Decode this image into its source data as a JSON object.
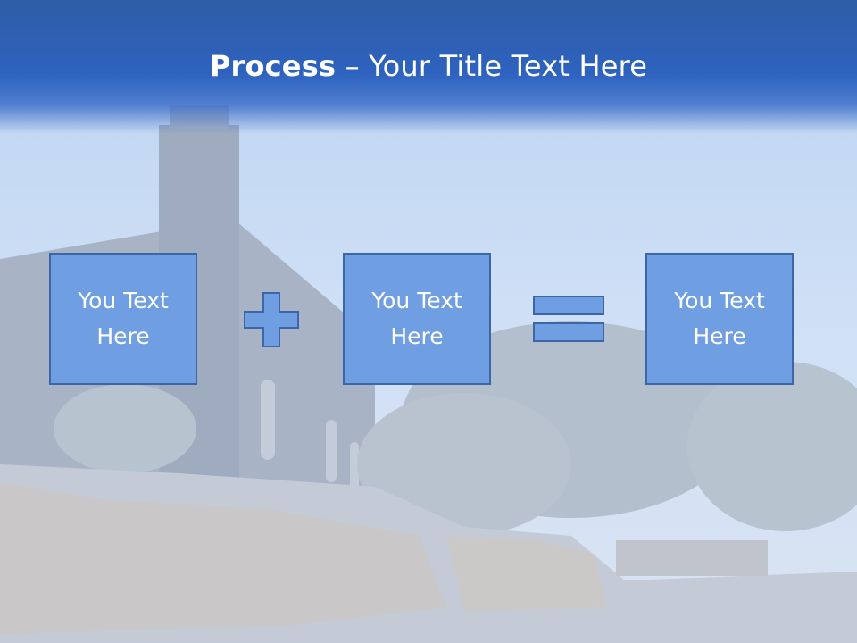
{
  "slide": {
    "title_bold": "Process",
    "title_rest": " – Your Title Text Here"
  },
  "process": {
    "boxes": [
      {
        "text": "You Text\nHere"
      },
      {
        "text": "You Text\nHere"
      },
      {
        "text": "You Text\nHere"
      }
    ],
    "operators": [
      "plus-icon",
      "equals-icon"
    ]
  },
  "colors": {
    "title_band": "#2d62bf",
    "box_fill": "#6f9fe2",
    "box_border": "#3c66a6",
    "text": "#ffffff"
  }
}
